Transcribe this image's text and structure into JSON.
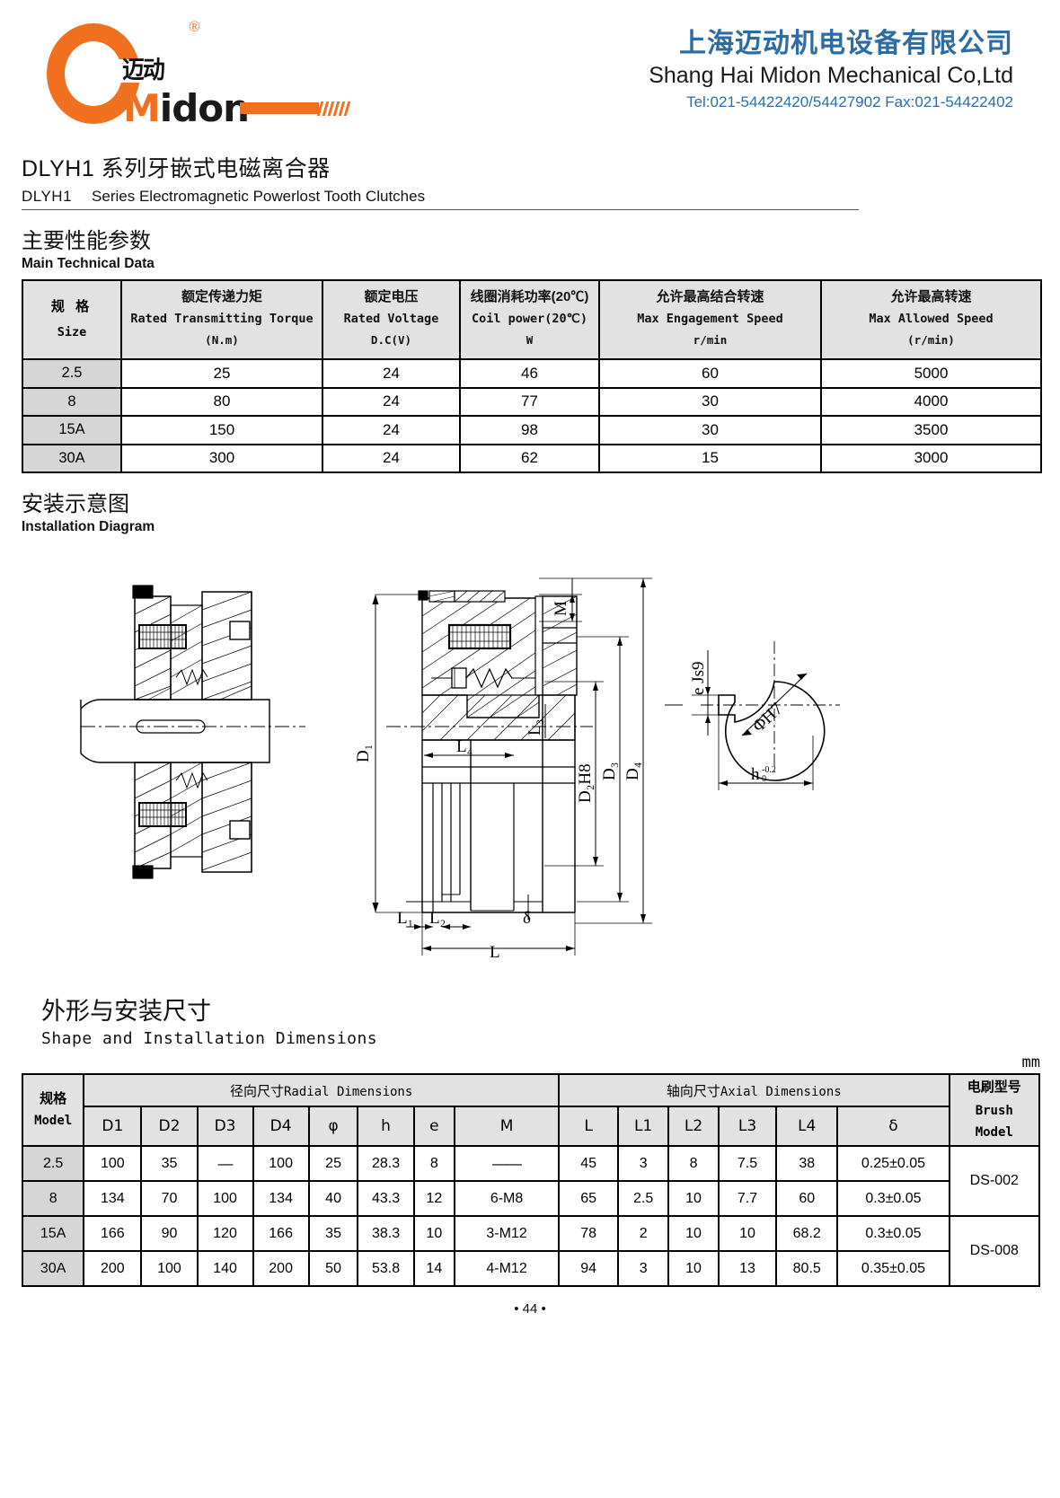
{
  "header": {
    "logo": {
      "registered_mark": "®",
      "brand_cn": "迈动",
      "brand_en_m": "M",
      "brand_en_rest": "idon"
    },
    "company_cn": "上海迈动机电设备有限公司",
    "company_en": "Shang Hai Midon Mechanical Co,Ltd",
    "contact": "Tel:021-54422420/54427902 Fax:021-54422402",
    "accent_color": "#f07020",
    "company_color": "#2e6ca4"
  },
  "doc_title": {
    "cn": "DLYH1 系列牙嵌式电磁离合器",
    "en_code": "DLYH1",
    "en_rest": "Series Electromagnetic Powerlost Tooth Clutches"
  },
  "section_main": {
    "cn": "主要性能参数",
    "en": "Main Technical Data"
  },
  "section_install": {
    "cn": "安装示意图",
    "en": "Installation Diagram"
  },
  "section_shape": {
    "cn": "外形与安装尺寸",
    "en": "Shape and Installation Dimensions"
  },
  "unit_label": "mm",
  "table_main": {
    "headers": [
      {
        "cn": "规 格",
        "en": "Size",
        "unit": ""
      },
      {
        "cn": "额定传递力矩",
        "en": "Rated Transmitting Torque",
        "unit": "(N.m)"
      },
      {
        "cn": "额定电压",
        "en": "Rated Voltage",
        "unit": "D.C(V)"
      },
      {
        "cn": "线圈消耗功率(20℃)",
        "en": "Coil power(20℃)",
        "unit": "W"
      },
      {
        "cn": "允许最高结合转速",
        "en": "Max Engagement Speed",
        "unit": "r/min"
      },
      {
        "cn": "允许最高转速",
        "en": "Max Allowed Speed",
        "unit": "(r/min)"
      }
    ],
    "rows": [
      {
        "size": "2.5",
        "torque": "25",
        "voltage": "24",
        "power": "46",
        "engage_speed": "60",
        "max_speed": "5000"
      },
      {
        "size": "8",
        "torque": "80",
        "voltage": "24",
        "power": "77",
        "engage_speed": "30",
        "max_speed": "4000"
      },
      {
        "size": "15A",
        "torque": "150",
        "voltage": "24",
        "power": "98",
        "engage_speed": "30",
        "max_speed": "3500"
      },
      {
        "size": "30A",
        "torque": "300",
        "voltage": "24",
        "power": "62",
        "engage_speed": "15",
        "max_speed": "3000"
      }
    ]
  },
  "table_dims": {
    "group_model_cn": "规格",
    "group_model_en": "Model",
    "group_radial_cn": "径向尺寸",
    "group_radial_en": "Radial Dimensions",
    "group_axial_cn": "轴向尺寸",
    "group_axial_en": "Axial Dimensions",
    "group_brush_cn": "电刷型号",
    "group_brush_en1": "Brush",
    "group_brush_en2": "Model",
    "columns": [
      "D1",
      "D2",
      "D3",
      "D4",
      "φ",
      "h",
      "e",
      "M",
      "L",
      "L1",
      "L2",
      "L3",
      "L4",
      "δ"
    ],
    "rows": [
      {
        "model": "2.5",
        "D1": "100",
        "D2": "35",
        "D3": "—",
        "D4": "100",
        "phi": "25",
        "h": "28.3",
        "e": "8",
        "M": "——",
        "L": "45",
        "L1": "3",
        "L2": "8",
        "L3": "7.5",
        "L4": "38",
        "delta": "0.25±0.05",
        "brush": "DS-002"
      },
      {
        "model": "8",
        "D1": "134",
        "D2": "70",
        "D3": "100",
        "D4": "134",
        "phi": "40",
        "h": "43.3",
        "e": "12",
        "M": "6-M8",
        "L": "65",
        "L1": "2.5",
        "L2": "10",
        "L3": "7.7",
        "L4": "60",
        "delta": "0.3±0.05",
        "brush": ""
      },
      {
        "model": "15A",
        "D1": "166",
        "D2": "90",
        "D3": "120",
        "D4": "166",
        "phi": "35",
        "h": "38.3",
        "e": "10",
        "M": "3-M12",
        "L": "78",
        "L1": "2",
        "L2": "10",
        "L3": "10",
        "L4": "68.2",
        "delta": "0.3±0.05",
        "brush": "DS-008"
      },
      {
        "model": "30A",
        "D1": "200",
        "D2": "100",
        "D3": "140",
        "D4": "200",
        "phi": "50",
        "h": "53.8",
        "e": "14",
        "M": "4-M12",
        "L": "94",
        "L1": "3",
        "L2": "10",
        "L3": "13",
        "L4": "80.5",
        "delta": "0.35±0.05",
        "brush": ""
      }
    ],
    "brush_rowspans": {
      "first": 2,
      "second": 2
    }
  },
  "diagram_labels": {
    "D1": "D₁",
    "D2H8": "D₂H8",
    "D3": "D₃",
    "D4": "D₄",
    "L": "L",
    "L1": "L₁",
    "L2": "L₂",
    "L3": "L₃",
    "L4": "L₄",
    "M": "M",
    "delta": "δ",
    "keyway_e": "e Js9",
    "bore": "ΦH7",
    "key_h": "h"
  },
  "page_number": "• 44 •"
}
